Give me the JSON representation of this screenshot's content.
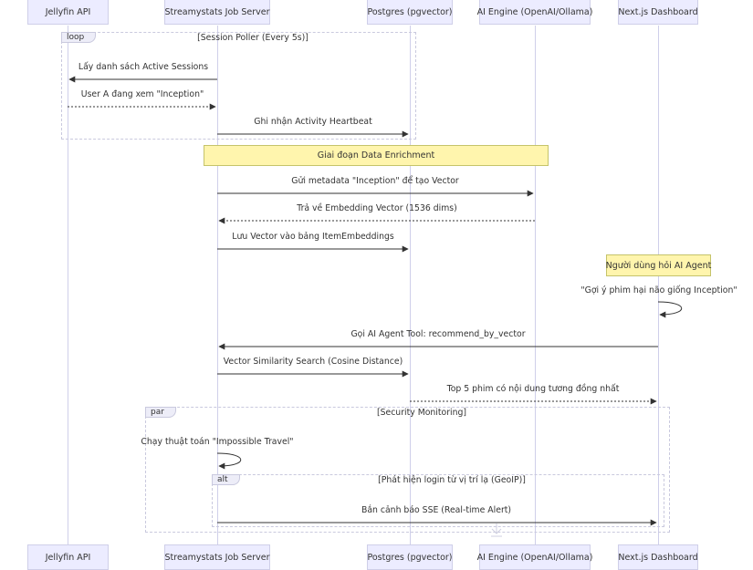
{
  "actors": [
    "Jellyfin API",
    "Streamystats Job Server",
    "Postgres (pgvector)",
    "AI Engine (OpenAI/Ollama)",
    "Next.js Dashboard"
  ],
  "frames": {
    "loop": {
      "tag": "loop",
      "title": "[Session Poller (Every 5s)]"
    },
    "par": {
      "tag": "par",
      "title": "[Security Monitoring]"
    },
    "alt": {
      "tag": "alt",
      "title": "[Phát hiện login từ vị trí lạ (GeoIP)]"
    }
  },
  "notes": {
    "enrichment": "Giai đoạn Data Enrichment",
    "ai_agent": "Người dùng hỏi AI Agent"
  },
  "messages": [
    {
      "label": "Lấy danh sách Active Sessions",
      "style": "solid"
    },
    {
      "label": "User A đang xem \"Inception\"",
      "style": "dotted"
    },
    {
      "label": "Ghi nhận Activity Heartbeat",
      "style": "solid"
    },
    {
      "label": "Gửi metadata \"Inception\" để tạo Vector",
      "style": "solid"
    },
    {
      "label": "Trả về Embedding Vector (1536 dims)",
      "style": "dotted"
    },
    {
      "label": "Lưu Vector vào bảng ItemEmbeddings",
      "style": "solid"
    },
    {
      "label": "\"Gợi ý phim hại não giống Inception\"",
      "style": "self"
    },
    {
      "label": "Gọi AI Agent Tool: recommend_by_vector",
      "style": "solid"
    },
    {
      "label": "Vector Similarity Search (Cosine Distance)",
      "style": "solid"
    },
    {
      "label": "Top 5 phim có nội dung tương đồng nhất",
      "style": "dotted"
    },
    {
      "label": "Chạy thuật toán \"Impossible Travel\"",
      "style": "self"
    },
    {
      "label": "Bắn cảnh báo SSE (Real-time Alert)",
      "style": "solid"
    }
  ]
}
